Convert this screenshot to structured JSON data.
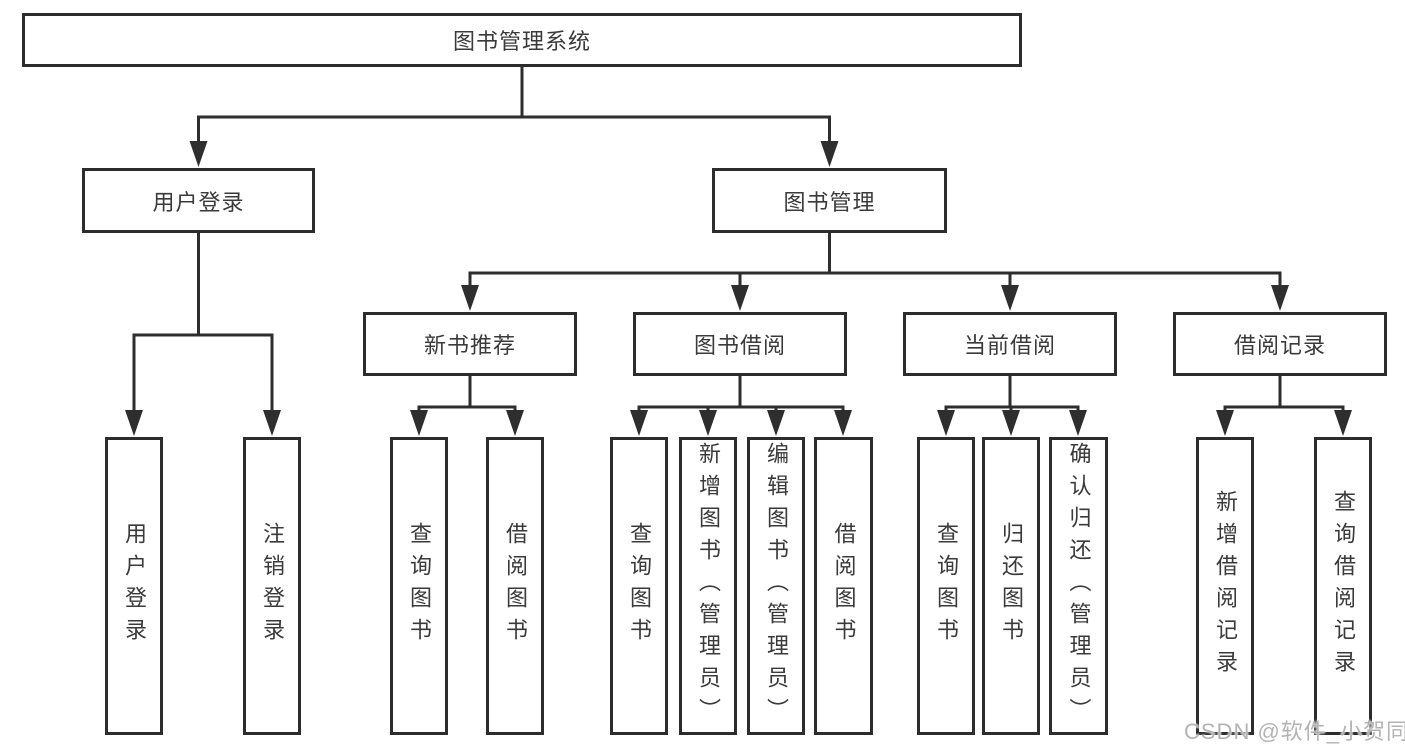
{
  "diagram": {
    "title": "图书管理系统",
    "nodes": {
      "root": "图书管理系统",
      "user_login": "用户登录",
      "book_management": "图书管理",
      "new_book_recommend": "新书推荐",
      "book_borrowing": "图书借阅",
      "current_borrowing": "当前借阅",
      "borrowing_records": "借阅记录",
      "user_login_children": [
        "用户登录",
        "注销登录"
      ],
      "new_book_children": [
        "查询图书",
        "借阅图书"
      ],
      "book_borrowing_children": [
        "查询图书",
        "新增图书（管理员）",
        "编辑图书（管理员）",
        "借阅图书"
      ],
      "current_borrowing_children": [
        "查询图书",
        "归还图书",
        "确认归还（管理员）"
      ],
      "borrowing_records_children": [
        "新增借阅记录",
        "查询借阅记录"
      ]
    },
    "watermark": "CSDN @软件_小贺同学",
    "colors": {
      "line": "#2e2e2e",
      "border": "#2c2c2c",
      "text": "#3a3a3a",
      "watermark": "#b3b3b3",
      "background": "#ffffff"
    }
  }
}
